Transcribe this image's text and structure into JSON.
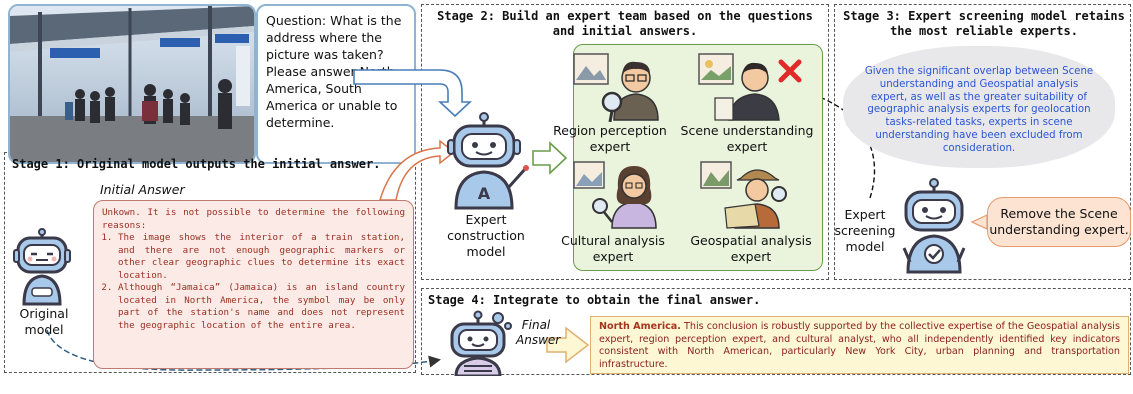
{
  "question": {
    "text": "Question: What is the address where the picture was taken? Please answer North America, South America or unable to determine."
  },
  "stage1": {
    "title": "Stage 1: Original model outputs the initial answer.",
    "original_model_label": "Original model",
    "initial_answer_label": "Initial Answer",
    "initial_answer_intro": "Unkown. It is not possible to determine the following reasons:",
    "initial_answer_points": [
      "The image shows the interior of a train station, and there are not enough geographic markers or other clear geographic clues to determine its exact location.",
      "Although “Jamaica” (Jamaica) is an island country located in North America, the symbol may be only part of the station's name and does not represent the geographic location of the entire area."
    ]
  },
  "stage2": {
    "title": "Stage 2: Build an expert team based on the questions and initial answers.",
    "construction_model_label": "Expert construction model",
    "experts": [
      {
        "label": "Region perception expert"
      },
      {
        "label": "Scene understanding expert"
      },
      {
        "label": "Cultural analysis expert"
      },
      {
        "label": "Geospatial analysis expert"
      }
    ]
  },
  "stage3": {
    "title": "Stage 3: Expert screening model retains the most reliable experts.",
    "reasoning": "Given the significant overlap between Scene understanding and Geospatial analysis expert, as well as the greater suitability of geographic analysis experts for geolocation tasks-related tasks, experts in scene understanding have been excluded from consideration.",
    "screening_model_label": "Expert screening model",
    "action": "Remove the Scene understanding expert."
  },
  "stage4": {
    "title": "Stage 4: Integrate to obtain the final answer.",
    "final_answer_label": "Final Answer",
    "final_answer_head": "North America.",
    "final_answer_body": "This conclusion is robustly supported by the collective expertise of the Geospatial analysis expert, region perception expert, and cultural analyst, who all independently identified key indicators consistent with North American, particularly New York City, urban planning and transportation infrastructure."
  },
  "colors": {
    "stage_border": "#555555",
    "expert_panel_fill": "#eaf4dd",
    "initial_answer_fill": "#fbeae6",
    "final_answer_fill": "#fdf7d4",
    "reasoning_text": "#2a55d4",
    "robot_body": "#a9c9ea"
  }
}
